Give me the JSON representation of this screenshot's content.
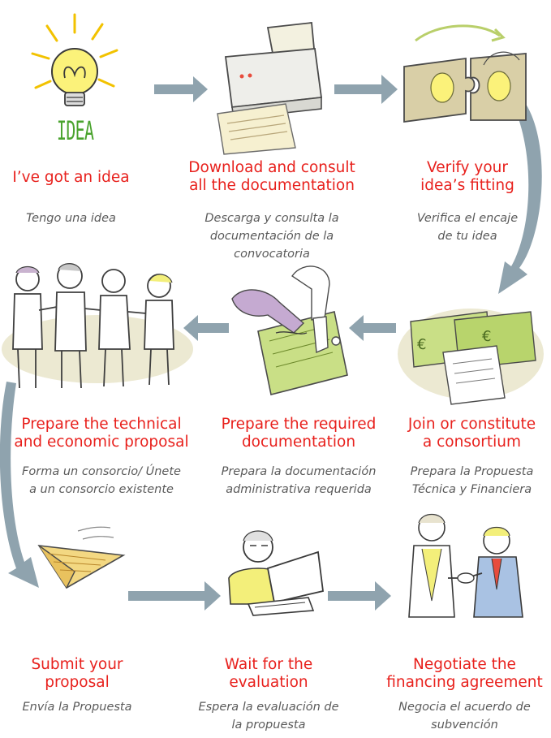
{
  "colors": {
    "title": "#e8211d",
    "subtitle": "#5a5a5a",
    "arrow": "#8fa3ae",
    "idea_text": "#4aa32e"
  },
  "idea_label": "IDEA",
  "steps": [
    {
      "title": "I’ve got an idea",
      "subtitle": "Tengo una idea",
      "icon": "lightbulb-icon"
    },
    {
      "title": "Download and consult\nall the documentation",
      "subtitle": "Descarga y consulta la\ndocumentación de la\nconvocatoria",
      "icon": "printer-icon"
    },
    {
      "title": "Verify your\nidea’s fitting",
      "subtitle": "Verifica el encaje\nde tu idea",
      "icon": "puzzle-icon"
    },
    {
      "title": "Prepare the technical\nand economic proposal",
      "subtitle": "Forma un consorcio/ Únete\na un consorcio existente",
      "icon": "team-icon"
    },
    {
      "title": "Prepare the required\ndocumentation",
      "subtitle": "Prepara la documentación\nadministrativa requerida",
      "icon": "signing-icon"
    },
    {
      "title": "Join or constitute\na consortium",
      "subtitle": "Prepara la Propuesta\nTécnica y Financiera",
      "icon": "money-icon"
    },
    {
      "title": "Submit your\nproposal",
      "subtitle": "Envía la Propuesta",
      "icon": "paper-plane-icon"
    },
    {
      "title": "Wait for the\nevaluation",
      "subtitle": "Espera la evaluación de\nla propuesta",
      "icon": "laptop-user-icon"
    },
    {
      "title": "Negotiate the\nfinancing agreement",
      "subtitle": "Negocia el acuerdo de\nsubvención",
      "icon": "handshake-icon"
    }
  ]
}
